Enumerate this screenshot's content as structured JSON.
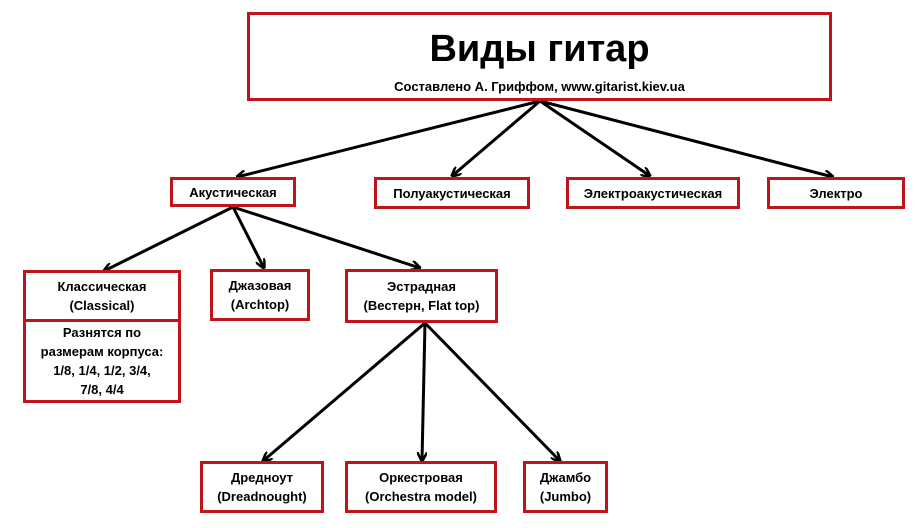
{
  "header": {
    "title": "Виды гитар",
    "subtitle": "Составлено А. Гриффом, www.gitarist.kiev.ua"
  },
  "level1": {
    "acoustic": "Акустическая",
    "semi_acoustic": "Полуакустическая",
    "electro_acoustic": "Электроакустическая",
    "electric": "Электро"
  },
  "acoustic_types": {
    "classical": [
      "Классическая",
      "(Classical)"
    ],
    "classical_note": [
      "Разнятся по",
      "размерам корпуса:",
      "1/8, 1/4, 1/2, 3/4,",
      "7/8, 4/4"
    ],
    "jazz": [
      "Джазовая",
      "(Archtop)"
    ],
    "pop": [
      "Эстрадная",
      "(Вестерн, Flat top)"
    ]
  },
  "pop_types": {
    "dreadnought": [
      "Дредноут",
      "(Dreadnought)"
    ],
    "orchestra": [
      "Оркестровая",
      "(Orchestra model)"
    ],
    "jumbo": [
      "Джамбо",
      "(Jumbo)"
    ]
  },
  "colors": {
    "border": "#c0141c",
    "arrow": "#000000"
  }
}
